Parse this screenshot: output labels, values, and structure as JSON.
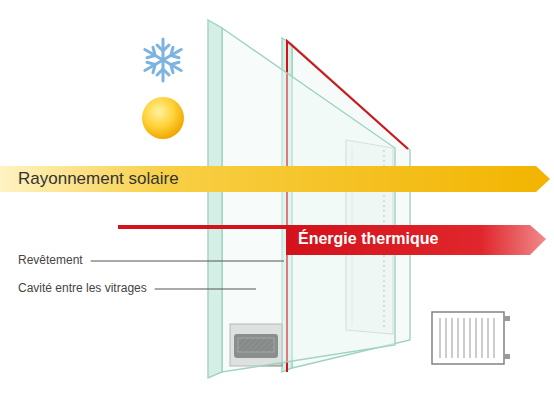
{
  "diagram": {
    "nodes": [
      {
        "text": [
          "Rayonnement solaire"
        ]
      },
      {
        "text": [
          "Énergie thermique"
        ]
      }
    ],
    "labels": [
      "Revêtement",
      "Cavité entre les vitrages"
    ]
  }
}
